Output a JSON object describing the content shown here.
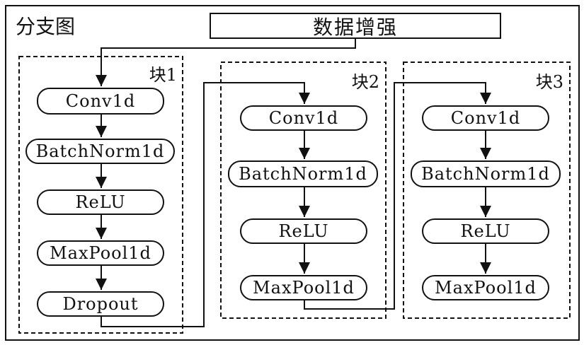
{
  "figure": {
    "title": "分支图",
    "input": "数据增强",
    "blocks": [
      {
        "label": "块1",
        "layers": [
          "Conv1d",
          "BatchNorm1d",
          "ReLU",
          "MaxPool1d",
          "Dropout"
        ]
      },
      {
        "label": "块2",
        "layers": [
          "Conv1d",
          "BatchNorm1d",
          "ReLU",
          "MaxPool1d"
        ]
      },
      {
        "label": "块3",
        "layers": [
          "Conv1d",
          "BatchNorm1d",
          "ReLU",
          "MaxPool1d"
        ]
      }
    ]
  }
}
